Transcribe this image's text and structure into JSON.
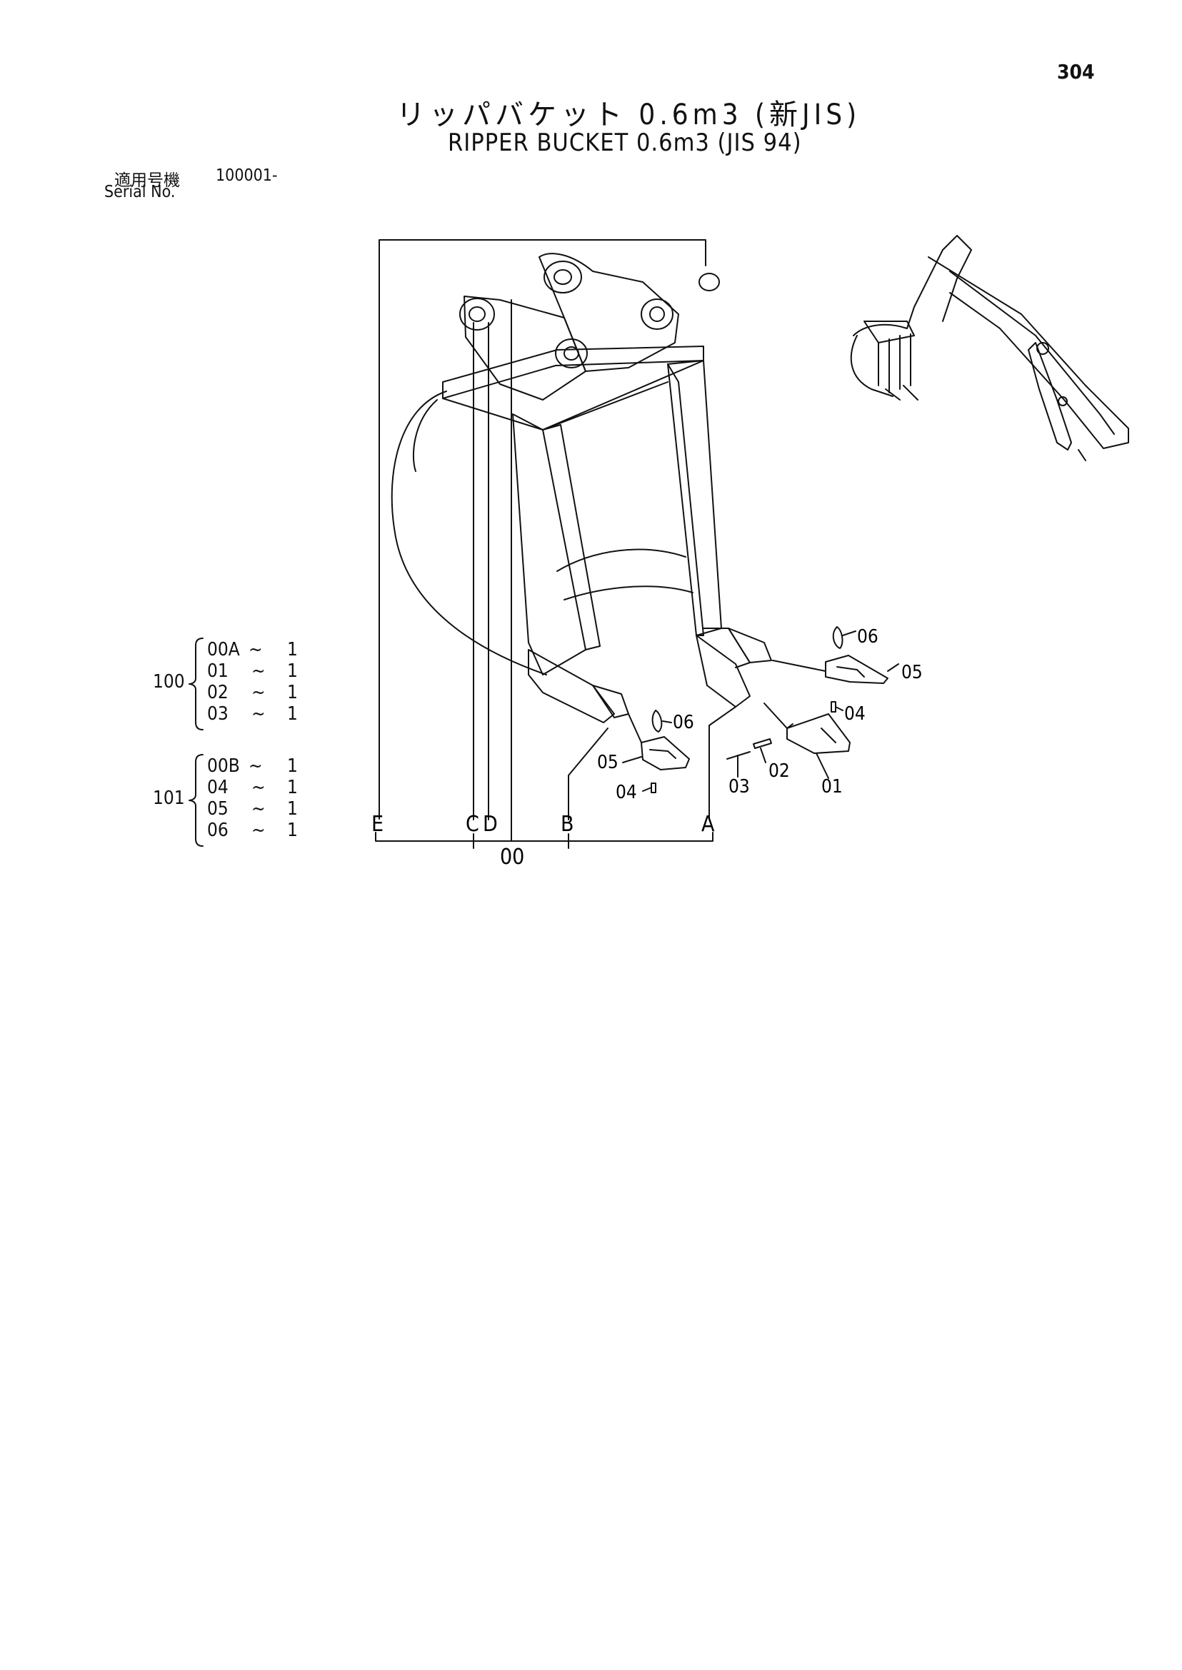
{
  "page_number": "304",
  "title_jp": "リッパバケット 0.6m3 (新JIS)",
  "title_en": "RIPPER BUCKET 0.6m3 (JIS 94)",
  "serial": {
    "label_jp": "適用号機",
    "label_en": "Serial No.",
    "value": "100001-"
  },
  "groups": [
    {
      "id": "100",
      "items": [
        {
          "part": "00A",
          "qty": "1"
        },
        {
          "part": "01",
          "qty": "1"
        },
        {
          "part": "02",
          "qty": "1"
        },
        {
          "part": "03",
          "qty": "1"
        }
      ]
    },
    {
      "id": "101",
      "items": [
        {
          "part": "00B",
          "qty": "1"
        },
        {
          "part": "04",
          "qty": "1"
        },
        {
          "part": "05",
          "qty": "1"
        },
        {
          "part": "06",
          "qty": "1"
        }
      ]
    }
  ],
  "tilde": "~",
  "callouts": {
    "c06_right": "06",
    "c05_right": "05",
    "c04_right": "04",
    "c06_mid": "06",
    "c05_left": "05",
    "c04_left": "04",
    "c02": "02",
    "c03": "03",
    "c01": "01"
  },
  "letters": {
    "e": "E",
    "c": "C",
    "d": "D",
    "b": "B",
    "a": "A",
    "zero": "00"
  }
}
